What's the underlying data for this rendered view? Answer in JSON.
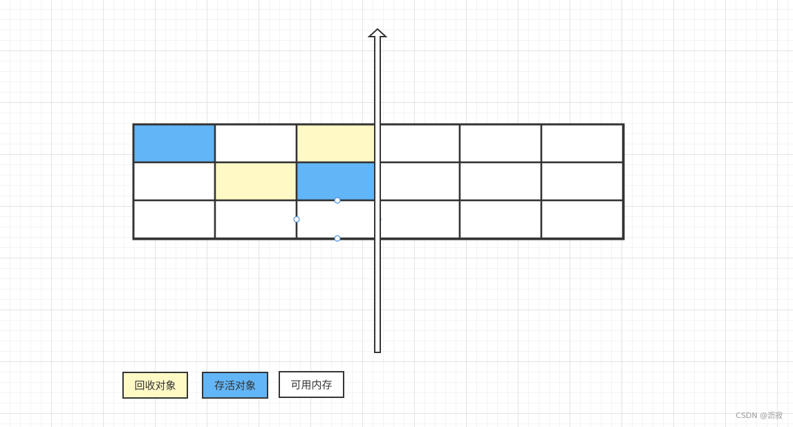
{
  "diagram": {
    "columns": 6,
    "rows": 3,
    "cells": [
      [
        "alive",
        "free",
        "reclaim",
        "free",
        "free",
        "free"
      ],
      [
        "free",
        "reclaim",
        "alive",
        "free",
        "free",
        "free"
      ],
      [
        "free",
        "free",
        "free",
        "free",
        "free",
        "free"
      ]
    ],
    "selected_cell": [
      2,
      2
    ]
  },
  "colors": {
    "reclaim": "#fff9c6",
    "alive": "#62b5f7",
    "free": "#ffffff",
    "stroke": "#333333",
    "handle": "#4a90e2"
  },
  "legend": [
    {
      "key": "reclaim",
      "label": "回收对象"
    },
    {
      "key": "alive",
      "label": "存活对象"
    },
    {
      "key": "free",
      "label": "可用内存"
    }
  ],
  "watermark": "CSDN @沥寂"
}
